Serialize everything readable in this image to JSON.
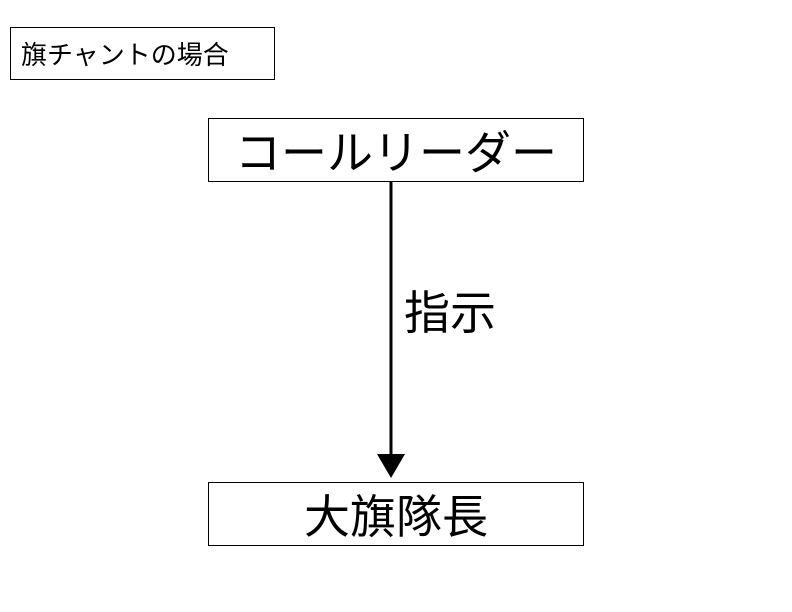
{
  "diagram": {
    "title": "旗チャントの場合",
    "nodes": {
      "top": "コールリーダー",
      "bottom": "大旗隊長"
    },
    "edge_label": "指示",
    "colors": {
      "line": "#000000",
      "background": "#ffffff"
    }
  }
}
